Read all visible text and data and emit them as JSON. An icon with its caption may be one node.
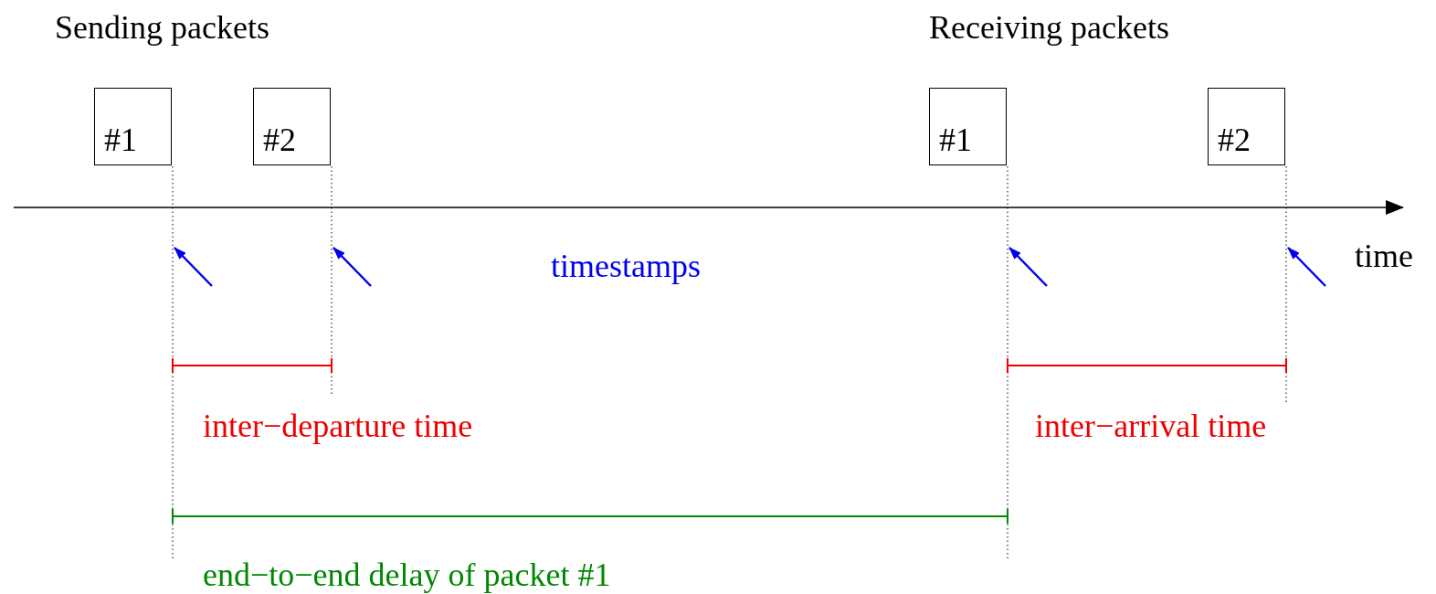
{
  "diagram": {
    "nodes": [
      {
        "text": [
          "#1"
        ]
      },
      {
        "text": [
          "#2"
        ]
      },
      {
        "text": [
          "#1"
        ]
      },
      {
        "text": [
          "#2"
        ]
      }
    ],
    "labels": [
      "Sending packets",
      "Receiving packets",
      "time",
      "timestamps",
      "inter−departure time",
      "inter−arrival time",
      "end−to−end delay of packet #1"
    ]
  }
}
